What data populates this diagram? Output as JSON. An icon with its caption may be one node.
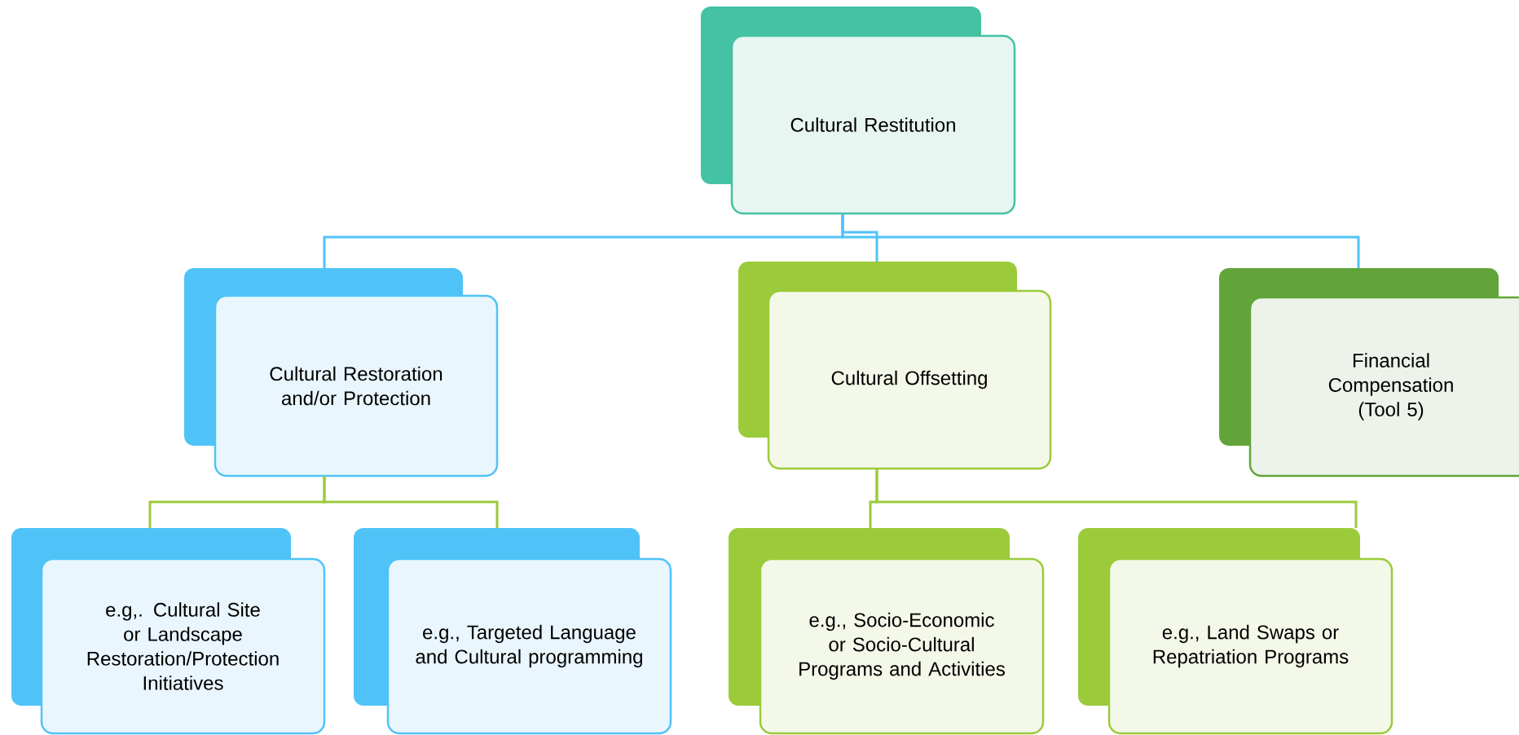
{
  "diagram": {
    "nodes": [
      {
        "text": [
          "Cultural Restitution"
        ]
      },
      {
        "text": [
          "Cultural Restoration and/or Protection"
        ]
      },
      {
        "text": [
          "Cultural Offsetting"
        ]
      },
      {
        "text": [
          "Financial Compensation (Tool 5)"
        ]
      },
      {
        "text": [
          "e.g,. Cultural Site or Landscape Restoration/Protection Initiatives"
        ]
      },
      {
        "text": [
          "e.g., Targeted Language and Cultural programming"
        ]
      },
      {
        "text": [
          "e.g., Socio-Economic or Socio-Cultural Programs and Activities"
        ]
      },
      {
        "text": [
          "e.g., Land Swaps or Repatriation Programs"
        ]
      }
    ],
    "edges": [
      {
        "from": 0,
        "to": 1,
        "arrow": "none",
        "color": "#4fc3f7"
      },
      {
        "from": 0,
        "to": 2,
        "arrow": "none",
        "color": "#4fc3f7"
      },
      {
        "from": 0,
        "to": 3,
        "arrow": "none",
        "color": "#4fc3f7"
      },
      {
        "from": 1,
        "to": 4,
        "arrow": "none",
        "color": "#9bcb3b"
      },
      {
        "from": 1,
        "to": 5,
        "arrow": "none",
        "color": "#9bcb3b"
      },
      {
        "from": 2,
        "to": 6,
        "arrow": "none",
        "color": "#9bcb3b"
      },
      {
        "from": 2,
        "to": 7,
        "arrow": "none",
        "color": "#9bcb3b"
      }
    ]
  }
}
